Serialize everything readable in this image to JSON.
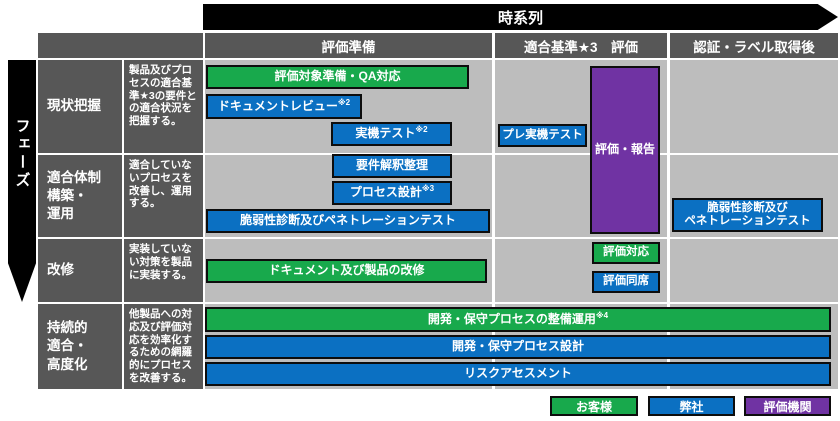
{
  "colors": {
    "customer_green": "#18a94c",
    "company_blue": "#0b70c2",
    "evaluator_purple": "#7033a3",
    "header_gray": "#575757",
    "lane_gray": "#bdbdbd"
  },
  "timeline_axis": {
    "label": "時系列"
  },
  "phase_axis": {
    "label": "フェーズ"
  },
  "columns": [
    {
      "label": "評価準備"
    },
    {
      "label": "適合基準★3　評価"
    },
    {
      "label": "認証・ラベル取得後"
    }
  ],
  "rows": [
    {
      "label": "現状把握",
      "description": "製品及びプロセスの適合基準★3の要件との適合状況を把握する。"
    },
    {
      "label": "適合体制\n構築・\n運用",
      "description": "適合していないプロセスを改善し、運用する。"
    },
    {
      "label": "改修",
      "description": "実装していない対策を製品に実装する。"
    },
    {
      "label": "持続的\n適合・\n高度化",
      "description": "他製品への対応及び評価対応を効率化するための網羅的にプロセスを改善する。"
    }
  ],
  "bars": {
    "eval_target_prep": {
      "label": "評価対象準備・QA対応",
      "owner": "お客様"
    },
    "doc_review": {
      "label": "ドキュメントレビュー",
      "sup": "※2",
      "owner": "弊社"
    },
    "device_test": {
      "label": "実機テスト",
      "sup": "※2",
      "owner": "弊社"
    },
    "pre_device_test": {
      "label": "プレ実機テスト",
      "owner": "弊社"
    },
    "eval_report": {
      "label": "評価・報告",
      "owner": "評価機関"
    },
    "req_interpretation": {
      "label": "要件解釈整理",
      "owner": "弊社"
    },
    "process_design": {
      "label": "プロセス設計",
      "sup": "※3",
      "owner": "弊社"
    },
    "vuln_pentest": {
      "label": "脆弱性診断及びペネトレーションテスト",
      "owner": "弊社"
    },
    "vuln_pentest_post": {
      "line1": "脆弱性診断及び",
      "line2": "ペネトレーションテスト",
      "owner": "弊社"
    },
    "doc_product_fix": {
      "label": "ドキュメント及び製品の改修",
      "owner": "お客様"
    },
    "eval_support": {
      "label": "評価対応",
      "owner": "お客様"
    },
    "eval_attendance": {
      "label": "評価同席",
      "owner": "弊社"
    },
    "dev_maint_operation": {
      "label": "開発・保守プロセスの整備運用",
      "sup": "※4",
      "owner": "お客様"
    },
    "dev_maint_design": {
      "label": "開発・保守プロセス設計",
      "owner": "弊社"
    },
    "risk_assessment": {
      "label": "リスクアセスメント",
      "owner": "弊社"
    }
  },
  "legend": [
    {
      "label": "お客様"
    },
    {
      "label": "弊社"
    },
    {
      "label": "評価機関"
    }
  ]
}
